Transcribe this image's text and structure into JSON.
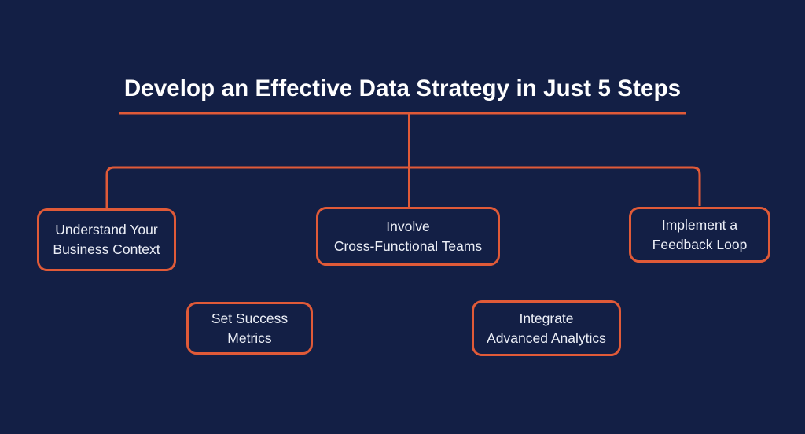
{
  "diagram": {
    "title": "Develop an Effective Data Strategy in Just 5 Steps",
    "background_color": "#131f45",
    "accent_color": "#e05a38",
    "text_color": "#eceff7",
    "nodes": [
      {
        "id": "understand-business-context",
        "label": "Understand Your\nBusiness Context"
      },
      {
        "id": "involve-cross-functional-teams",
        "label": "Involve\nCross-Functional Teams"
      },
      {
        "id": "implement-feedback-loop",
        "label": "Implement a\nFeedback Loop"
      },
      {
        "id": "set-success-metrics",
        "label": "Set Success\nMetrics"
      },
      {
        "id": "integrate-advanced-analytics",
        "label": "Integrate\nAdvanced Analytics"
      }
    ]
  }
}
